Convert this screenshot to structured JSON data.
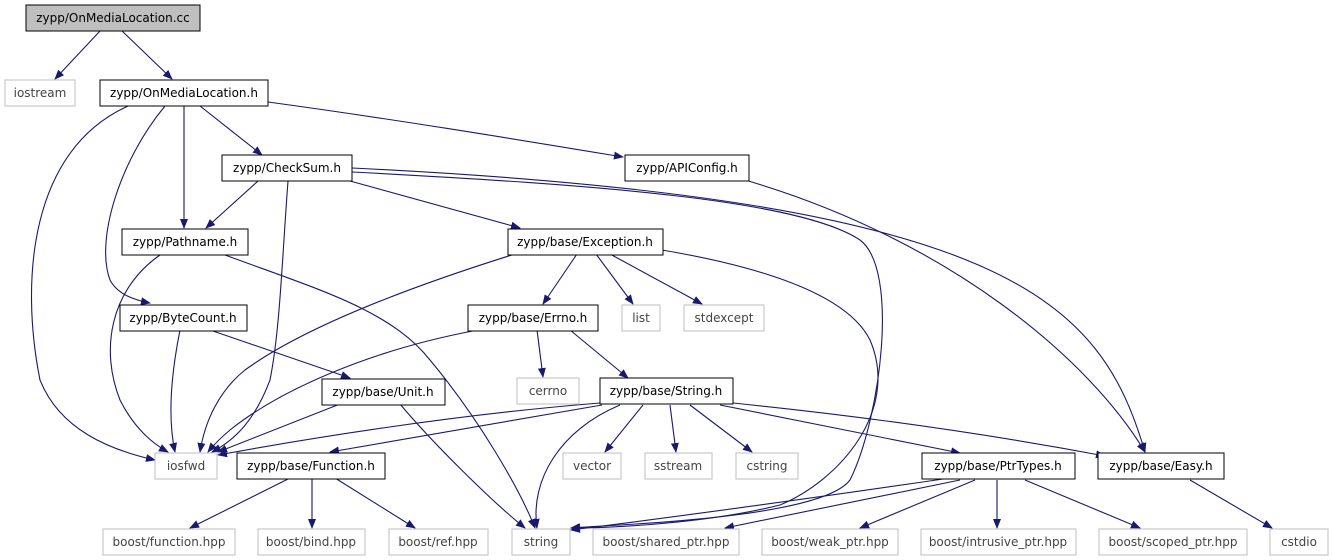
{
  "colors": {
    "edge": "#191970",
    "root_fill": "#bfbfbf",
    "node_border": "#000000",
    "external_border": "#bfbfbf"
  },
  "nodes": {
    "root": "zypp/OnMediaLocation.cc",
    "iostream": "iostream",
    "onmedialocation_h": "zypp/OnMediaLocation.h",
    "checksum_h": "zypp/CheckSum.h",
    "apiconfig_h": "zypp/APIConfig.h",
    "pathname_h": "zypp/Pathname.h",
    "exception_h": "zypp/base/Exception.h",
    "bytecount_h": "zypp/ByteCount.h",
    "errno_h": "zypp/base/Errno.h",
    "list": "list",
    "stdexcept": "stdexcept",
    "cerrno": "cerrno",
    "unit_h": "zypp/base/Unit.h",
    "string_h": "zypp/base/String.h",
    "iosfwd": "iosfwd",
    "function_h": "zypp/base/Function.h",
    "vector": "vector",
    "sstream": "sstream",
    "cstring": "cstring",
    "ptrtypes_h": "zypp/base/PtrTypes.h",
    "easy_h": "zypp/base/Easy.h",
    "boost_function": "boost/function.hpp",
    "boost_bind": "boost/bind.hpp",
    "boost_ref": "boost/ref.hpp",
    "string": "string",
    "boost_shared_ptr": "boost/shared_ptr.hpp",
    "boost_weak_ptr": "boost/weak_ptr.hpp",
    "boost_intrusive_ptr": "boost/intrusive_ptr.hpp",
    "boost_scoped_ptr": "boost/scoped_ptr.hpp",
    "cstdio": "cstdio"
  }
}
